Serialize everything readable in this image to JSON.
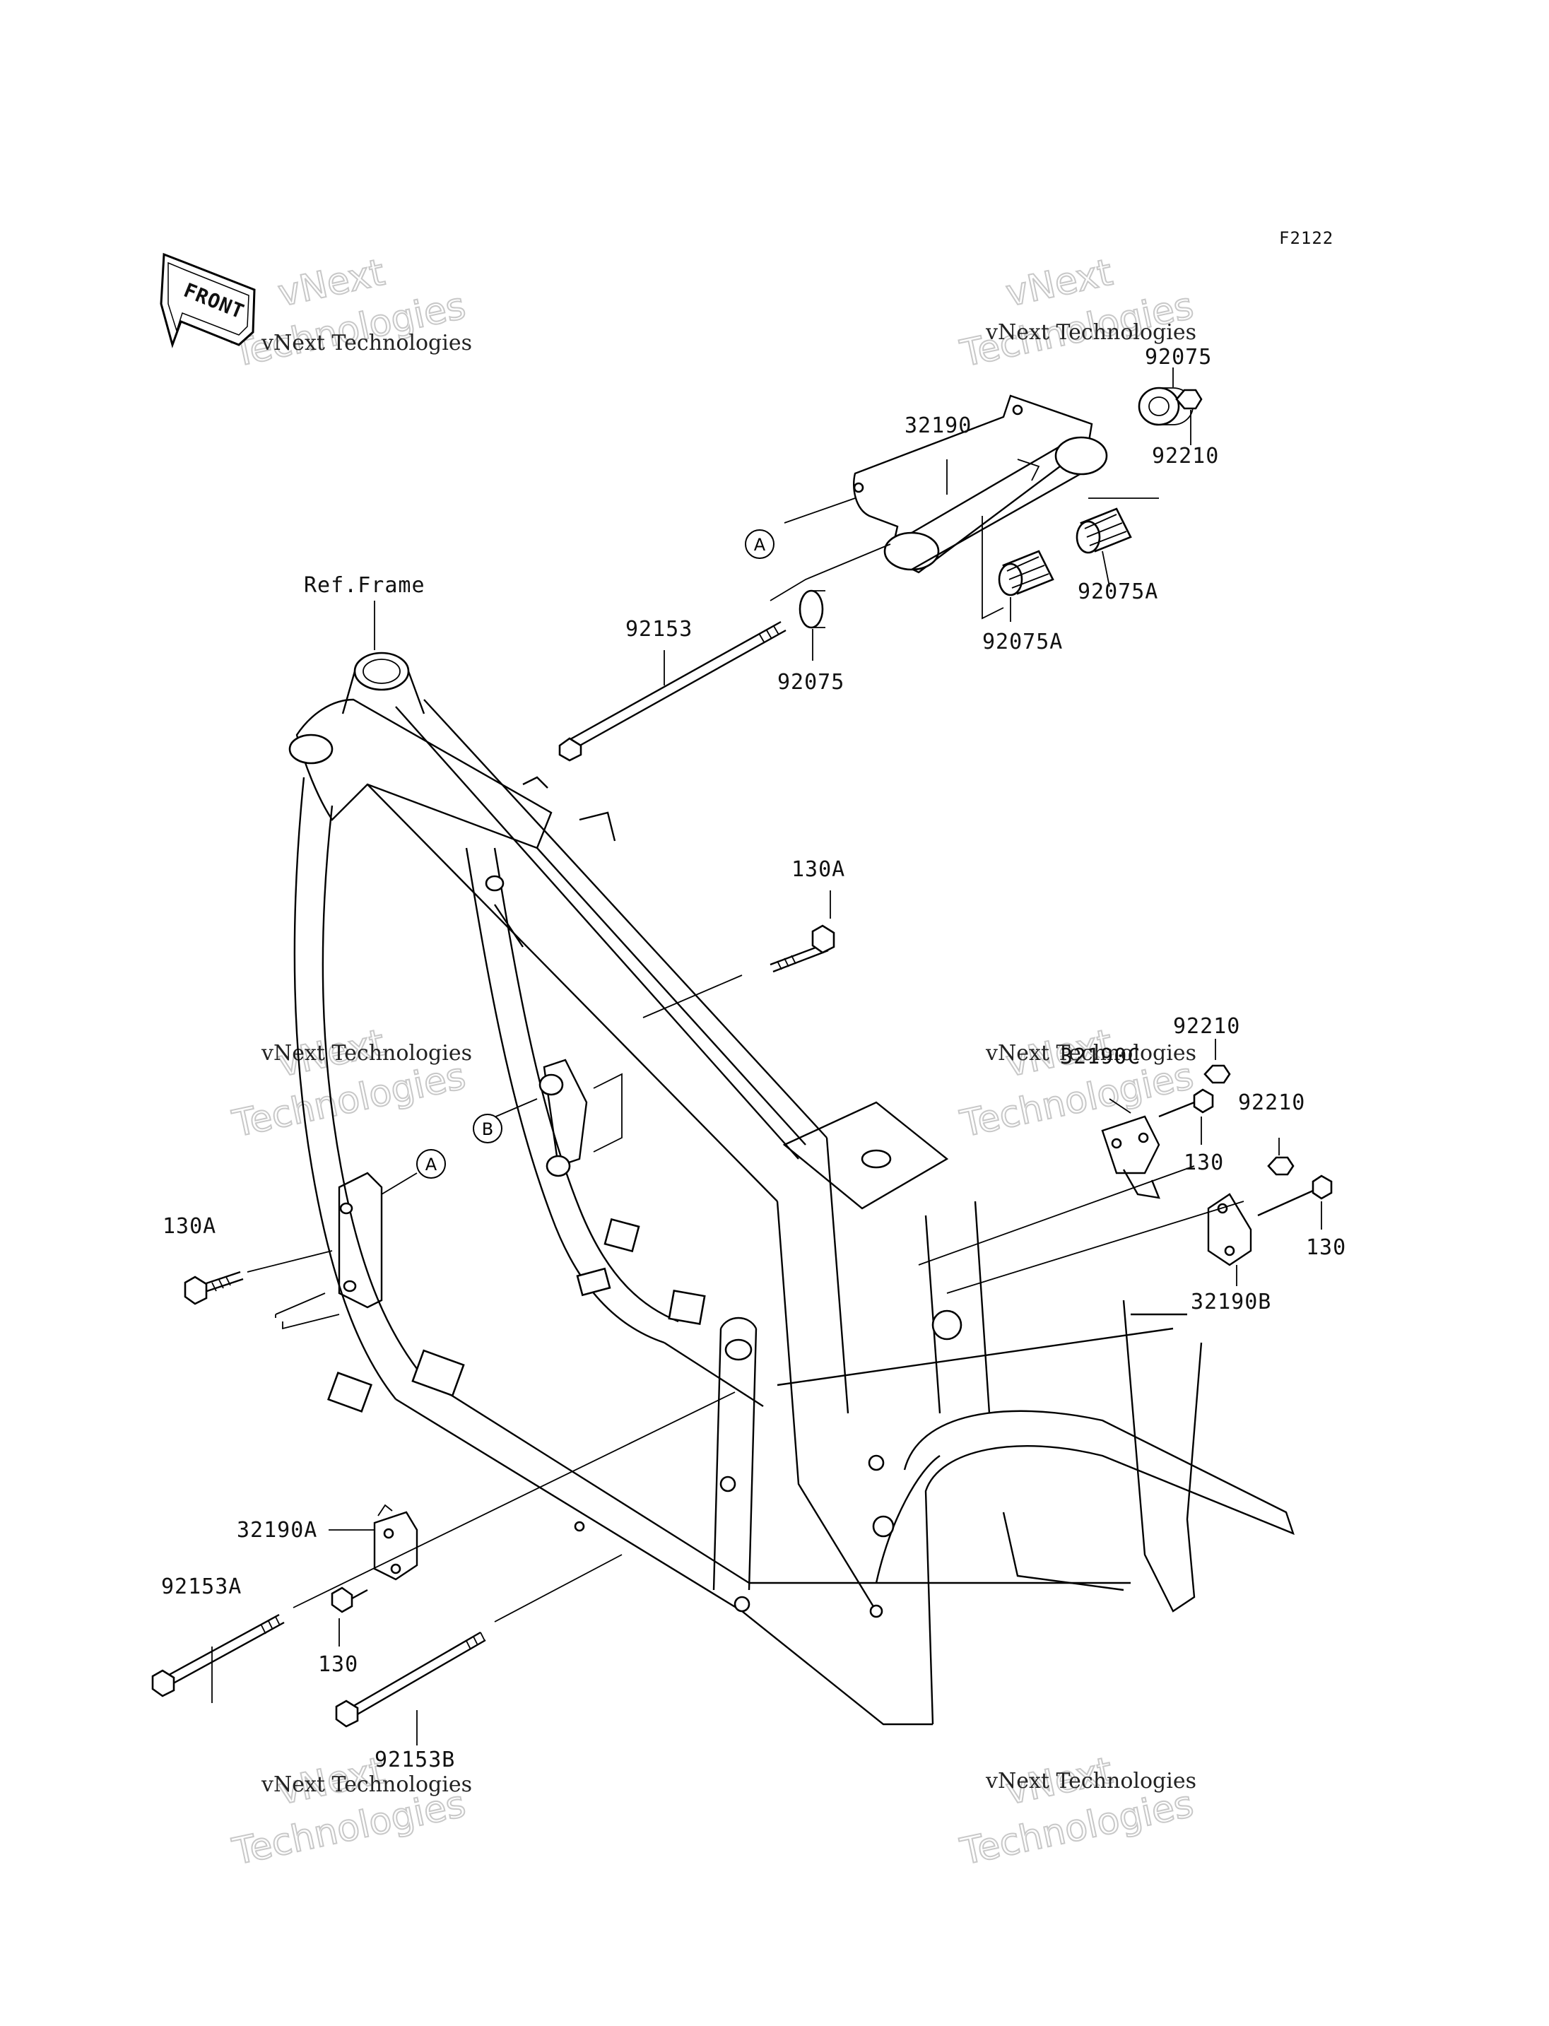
{
  "diagram": {
    "code": "F2122",
    "front_label": "FRONT",
    "ref_label": "Ref.Frame",
    "callouts": {
      "a": "A",
      "b": "B"
    },
    "parts": [
      {
        "id": "p92075_top",
        "text": "92075"
      },
      {
        "id": "p92210_top",
        "text": "92210"
      },
      {
        "id": "p32190",
        "text": "32190"
      },
      {
        "id": "p92075A_right",
        "text": "92075A"
      },
      {
        "id": "p92075A_mid",
        "text": "92075A"
      },
      {
        "id": "p92153",
        "text": "92153"
      },
      {
        "id": "p92075_mid",
        "text": "92075"
      },
      {
        "id": "p130A_top",
        "text": "130A"
      },
      {
        "id": "p92210_r1",
        "text": "92210"
      },
      {
        "id": "p32190C",
        "text": "32190C"
      },
      {
        "id": "p92210_r2",
        "text": "92210"
      },
      {
        "id": "p130_r1",
        "text": "130"
      },
      {
        "id": "p130_r2",
        "text": "130"
      },
      {
        "id": "p32190B",
        "text": "32190B"
      },
      {
        "id": "p130A_left",
        "text": "130A"
      },
      {
        "id": "p32190A",
        "text": "32190A"
      },
      {
        "id": "p92153A",
        "text": "92153A"
      },
      {
        "id": "p130_bottom",
        "text": "130"
      },
      {
        "id": "p92153B",
        "text": "92153B"
      }
    ],
    "watermark": {
      "line1": "vNext",
      "line2": "vNext Technologies",
      "line3": "Technologies"
    }
  }
}
